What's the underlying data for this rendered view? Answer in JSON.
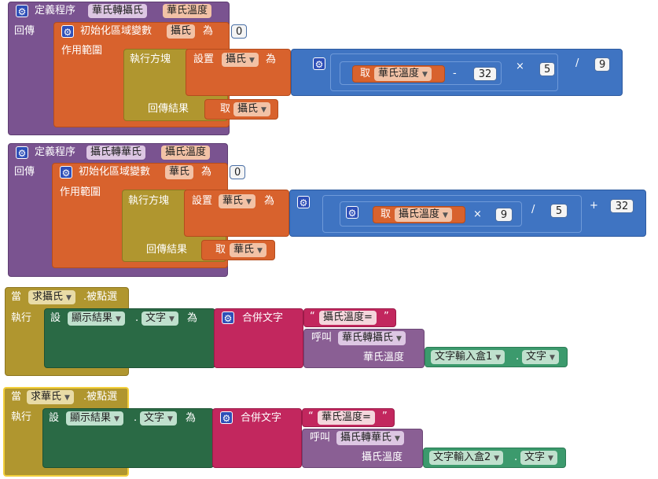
{
  "proc1": {
    "define": "定義程序",
    "name": "華氏轉攝氏",
    "param": "華氏溫度",
    "return_label": "回傳",
    "init_local": "初始化區域變數",
    "var": "攝氏",
    "as": "為",
    "init_value": "0",
    "scope_label": "作用範圍",
    "do_block": "執行方塊",
    "set": "設置",
    "set_var": "攝氏",
    "get": "取",
    "get_param": "華氏溫度",
    "minus": "-",
    "n32": "32",
    "times": "×",
    "n5": "5",
    "div": "/",
    "n9": "9",
    "result_label": "回傳結果",
    "get_var": "攝氏"
  },
  "proc2": {
    "define": "定義程序",
    "name": "攝氏轉華氏",
    "param": "攝氏溫度",
    "return_label": "回傳",
    "init_local": "初始化區域變數",
    "var": "華氏",
    "as": "為",
    "init_value": "0",
    "scope_label": "作用範圍",
    "do_block": "執行方塊",
    "set": "設置",
    "set_var": "華氏",
    "get": "取",
    "get_param": "攝氏溫度",
    "times": "×",
    "n9": "9",
    "div": "/",
    "n5": "5",
    "plus": "+",
    "n32": "32",
    "result_label": "回傳結果",
    "get_var": "華氏"
  },
  "event1": {
    "when": "當",
    "component": "求攝氏",
    "event": ".被點選",
    "do": "執行",
    "set": "設",
    "target": "顯示結果",
    "dot": ".",
    "prop": "文字",
    "as": "為",
    "join": "合併文字",
    "text": "攝氏溫度=",
    "call": "呼叫",
    "proc": "華氏轉攝氏",
    "param_label": "華氏溫度",
    "input": "文字輸入盒1",
    "input_prop": "文字"
  },
  "event2": {
    "when": "當",
    "component": "求華氏",
    "event": ".被點選",
    "do": "執行",
    "set": "設",
    "target": "顯示結果",
    "dot": ".",
    "prop": "文字",
    "as": "為",
    "join": "合併文字",
    "text": "華氏溫度=",
    "call": "呼叫",
    "proc": "攝氏轉華氏",
    "param_label": "攝氏溫度",
    "input": "文字輸入盒2",
    "input_prop": "文字"
  },
  "icons": {
    "gear": "gear-icon",
    "dropdown": "dropdown-arrow-icon"
  }
}
